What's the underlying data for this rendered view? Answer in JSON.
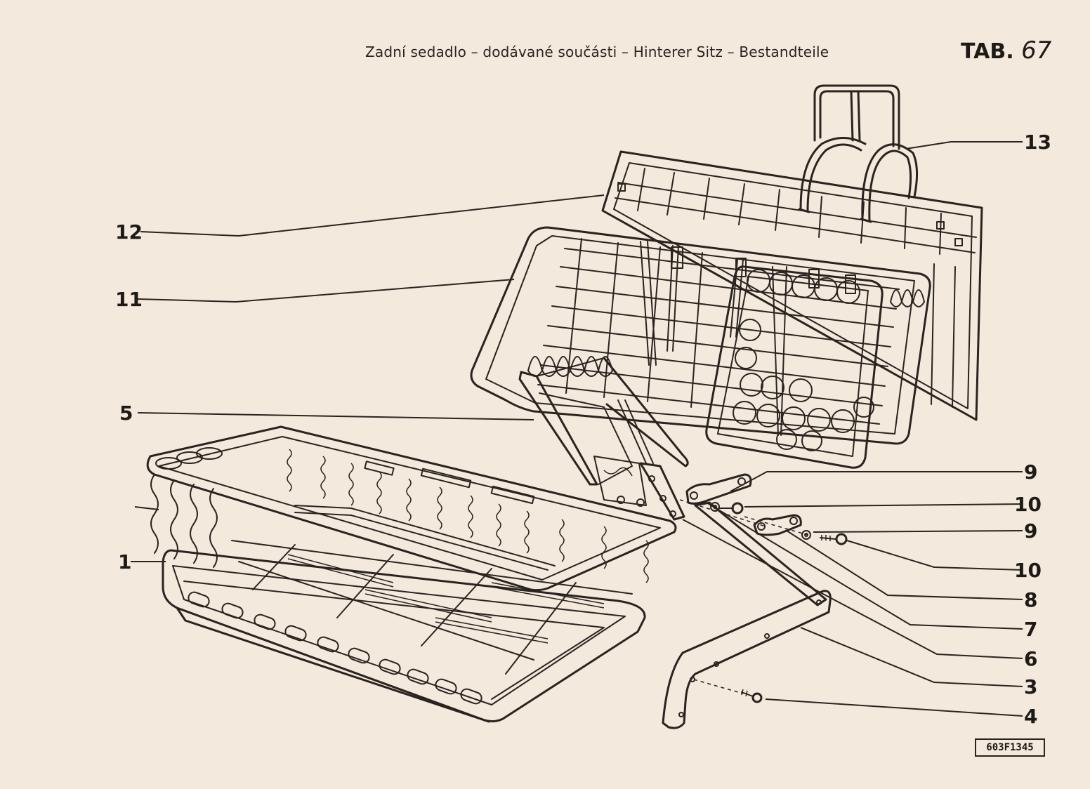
{
  "header": {
    "title": "Zadní sedadlo – dodávané součásti – Hinterer Sitz – Bestandteile",
    "table_prefix": "TAB.",
    "table_number": "67"
  },
  "callouts": {
    "c1": "1",
    "c3": "3",
    "c4": "4",
    "c5": "5",
    "c6": "6",
    "c7": "7",
    "c8": "8",
    "c9a": "9",
    "c9b": "9",
    "c10a": "10",
    "c10b": "10",
    "c11": "11",
    "c12": "12",
    "c13": "13"
  },
  "footer": {
    "drawing_code": "603F1345"
  }
}
